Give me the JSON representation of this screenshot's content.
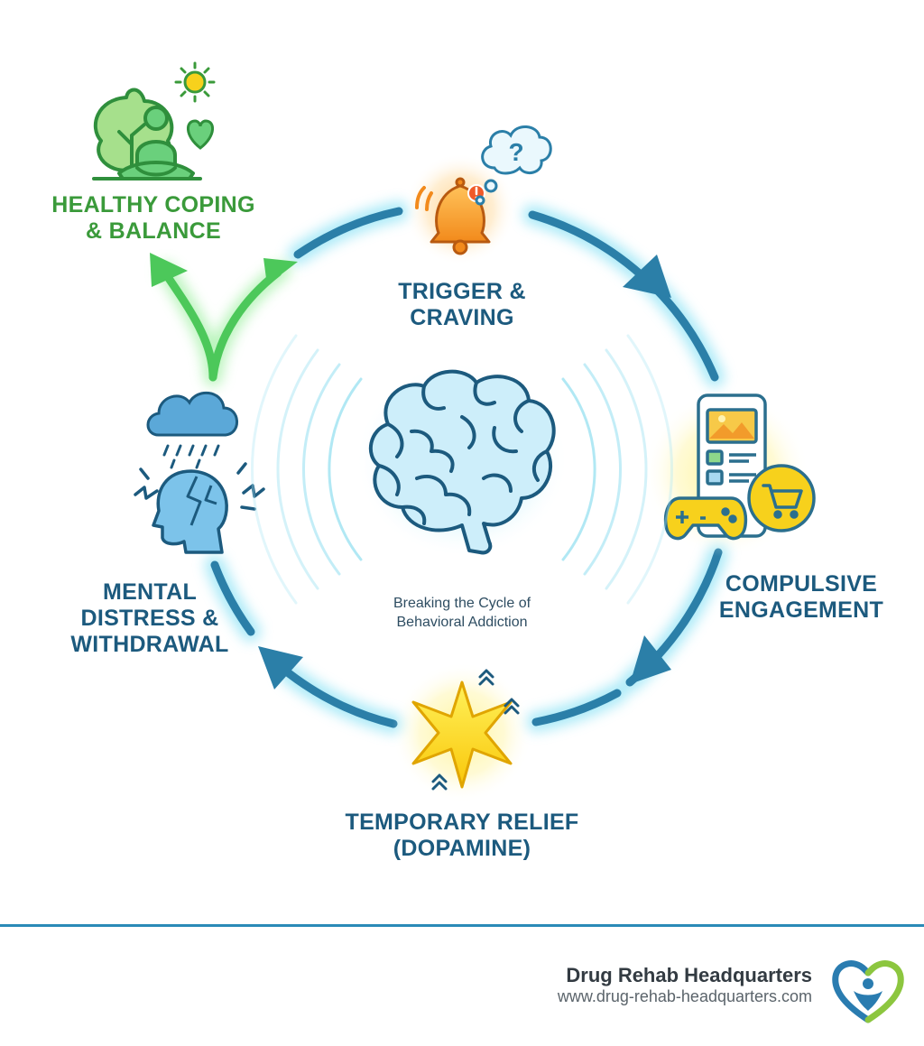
{
  "nodes": {
    "healthy": {
      "line1": "HEALTHY COPING",
      "line2": "& BALANCE"
    },
    "trigger": {
      "line1": "TRIGGER &",
      "line2": "CRAVING"
    },
    "compulsive": {
      "line1": "COMPULSIVE",
      "line2": "ENGAGEMENT"
    },
    "relief": {
      "line1": "TEMPORARY RELIEF",
      "line2": "(DOPAMINE)"
    },
    "distress": {
      "line1": "MENTAL",
      "line2": "DISTRESS &",
      "line3": "WITHDRAWAL"
    }
  },
  "center": {
    "line1": "Breaking the Cycle of",
    "line2": "Behavioral Addiction"
  },
  "footer": {
    "brand": "Drug Rehab Headquarters",
    "url": "www.drug-rehab-headquarters.com"
  },
  "colors": {
    "cycle_blue": "#2b7fa8",
    "glow_blue": "#8fe3f5",
    "green": "#4cc85a",
    "label_navy": "#1c5a7e",
    "label_green": "#3a9a3a",
    "yellow": "#f7d11c",
    "orange": "#f5a623"
  }
}
